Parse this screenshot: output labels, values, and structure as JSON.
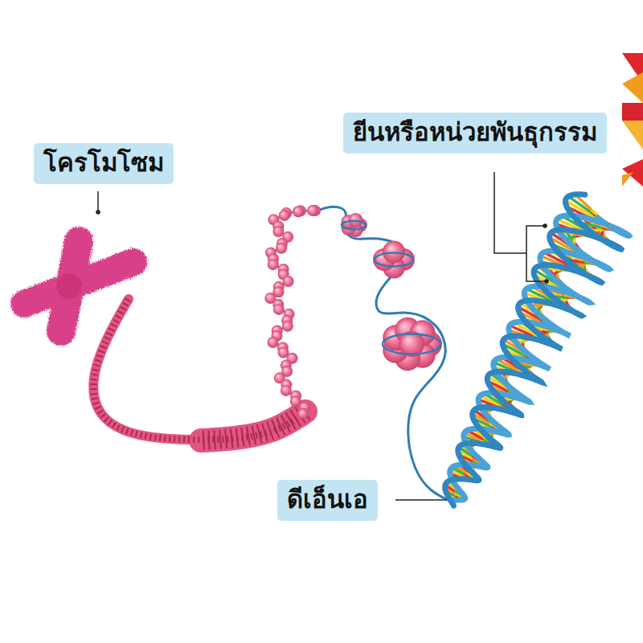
{
  "diagram": {
    "nodes": [
      {
        "text": [
          "ยีนหรือหน่วยพันธุกรรม"
        ]
      },
      {
        "text": [
          "โครโมโซม"
        ]
      },
      {
        "text": [
          "ดีเอ็นเอ"
        ]
      }
    ]
  }
}
